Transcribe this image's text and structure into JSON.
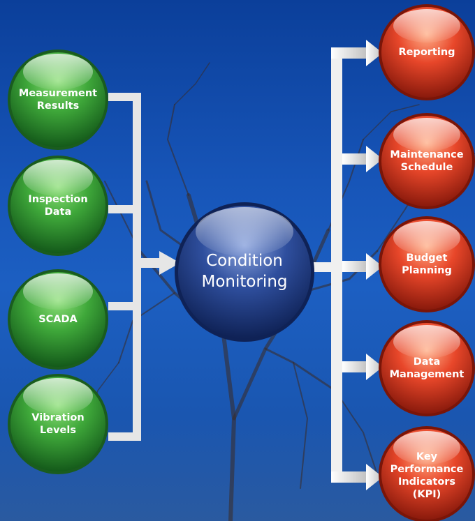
{
  "center": {
    "lines": [
      "Condition",
      "Monitoring"
    ]
  },
  "inputs": [
    {
      "lines": [
        "Measurement",
        "Results"
      ]
    },
    {
      "lines": [
        "Inspection",
        "Data"
      ]
    },
    {
      "lines": [
        "SCADA"
      ]
    },
    {
      "lines": [
        "Vibration",
        "Levels"
      ]
    }
  ],
  "outputs": [
    {
      "lines": [
        "Reporting"
      ]
    },
    {
      "lines": [
        "Maintenance",
        "Schedule"
      ]
    },
    {
      "lines": [
        "Budget",
        "Planning"
      ]
    },
    {
      "lines": [
        "Data",
        "Management"
      ]
    },
    {
      "lines": [
        "Key",
        "Performance",
        "Indicators",
        "(KPI)"
      ]
    }
  ],
  "colors": {
    "input_node": "#3fa83a",
    "output_node": "#e8472a",
    "center_node": "#2f4f9e",
    "connector": "#e6e6e6",
    "background": "#1c5fc2"
  }
}
